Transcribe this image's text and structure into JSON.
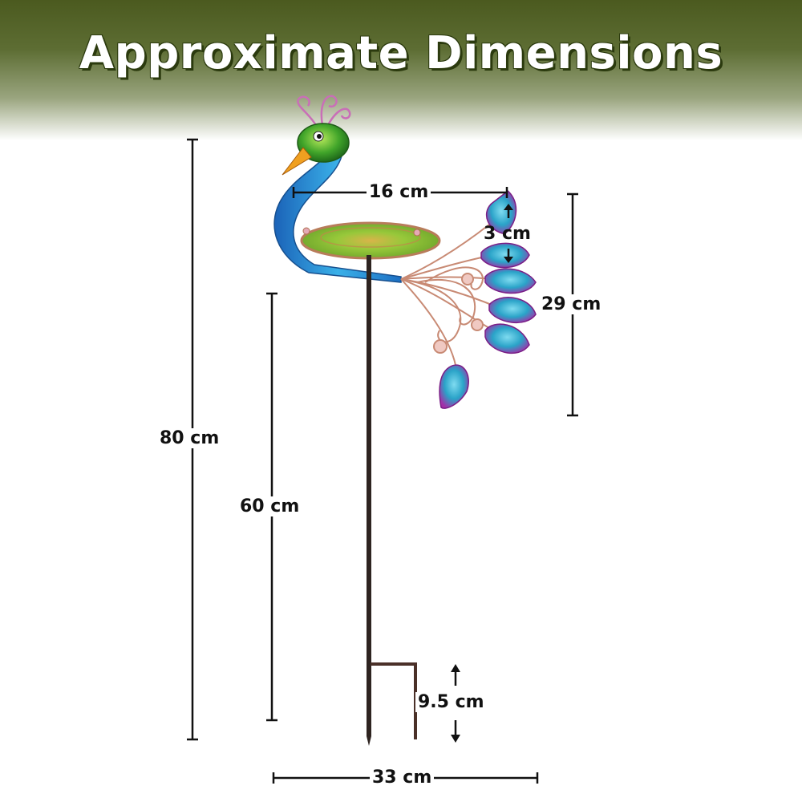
{
  "title": "Approximate Dimensions",
  "dimensions": {
    "total_height": "80 cm",
    "stake_height": "60 cm",
    "bowl_width": "16 cm",
    "feather_height": "3 cm",
    "tail_height": "29 cm",
    "prong_height": "9.5 cm",
    "total_width": "33 cm"
  },
  "colors": {
    "header_dark": "#4b5a1f",
    "feather_teal": "#2fa7c7",
    "feather_purple": "#a72ea8",
    "head_green": "#4fb22a",
    "neck_blue": "#2a7fd0",
    "bowl_green": "#8fc43a",
    "stake_brown": "#2e2420"
  }
}
